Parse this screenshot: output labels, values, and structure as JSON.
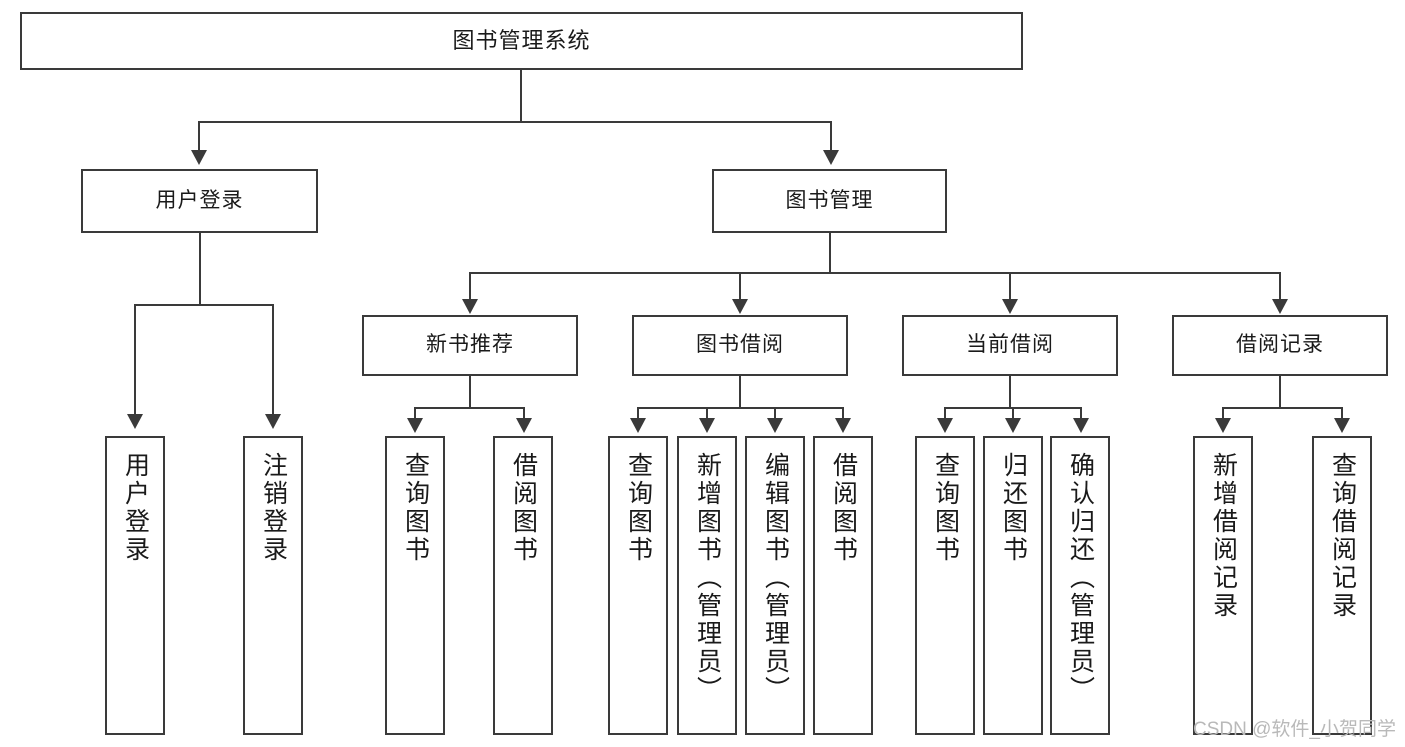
{
  "diagram": {
    "title": "图书管理系统",
    "root": {
      "label": "图书管理系统"
    },
    "level2": [
      {
        "label": "用户登录"
      },
      {
        "label": "图书管理"
      }
    ],
    "level3": [
      {
        "label": "新书推荐"
      },
      {
        "label": "图书借阅"
      },
      {
        "label": "当前借阅"
      },
      {
        "label": "借阅记录"
      }
    ],
    "leaves": {
      "user_login": [
        {
          "label": "用户登录"
        },
        {
          "label": "注销登录"
        }
      ],
      "new_book_recommend": [
        {
          "label": "查询图书"
        },
        {
          "label": "借阅图书"
        }
      ],
      "book_borrow": [
        {
          "label": "查询图书"
        },
        {
          "label": "新增图书（管理员）"
        },
        {
          "label": "编辑图书（管理员）"
        },
        {
          "label": "借阅图书"
        }
      ],
      "current_borrow": [
        {
          "label": "查询图书"
        },
        {
          "label": "归还图书"
        },
        {
          "label": "确认归还（管理员）"
        }
      ],
      "borrow_record": [
        {
          "label": "新增借阅记录"
        },
        {
          "label": "查询借阅记录"
        }
      ]
    }
  },
  "watermark": {
    "text": "CSDN @软件_小贺同学"
  },
  "colors": {
    "stroke": "#3a3a3a",
    "fill": "#ffffff",
    "text": "#1a1a1a",
    "watermark": "#b9b9b9"
  }
}
